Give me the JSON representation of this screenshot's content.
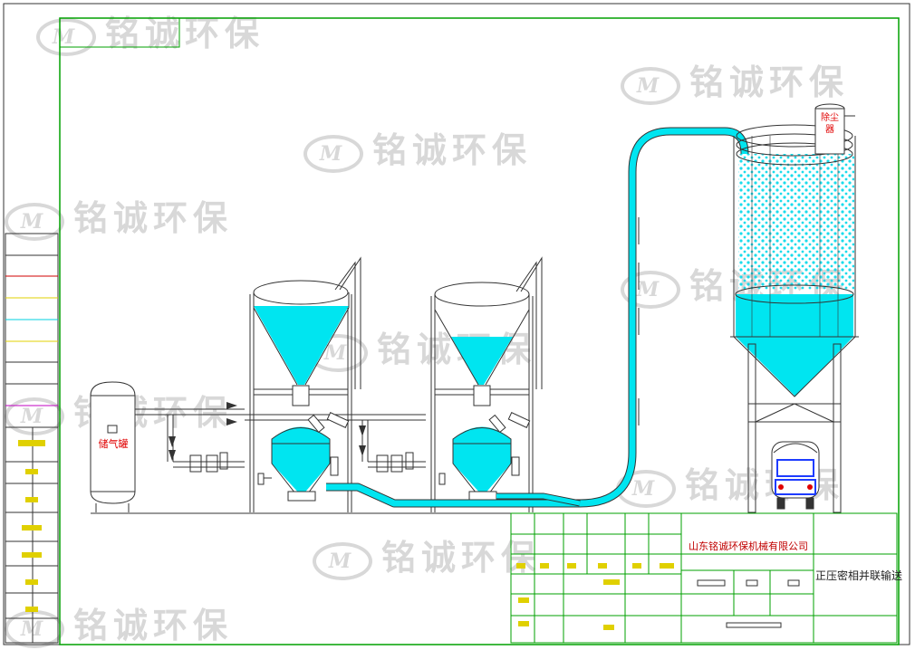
{
  "watermark": {
    "logo_text": "M",
    "text": "铭诚环保"
  },
  "equipment": {
    "tank_label": "储气罐",
    "dust_collector_label": "除尘器"
  },
  "title_block": {
    "company": "山东铭诚环保机械有限公司",
    "drawing_title": "正压密相并联输送"
  },
  "colors": {
    "frame": "#00a000",
    "material": "#00e5f0",
    "line": "#333333",
    "red_text": "#e00000",
    "company_text": "#c00000"
  }
}
